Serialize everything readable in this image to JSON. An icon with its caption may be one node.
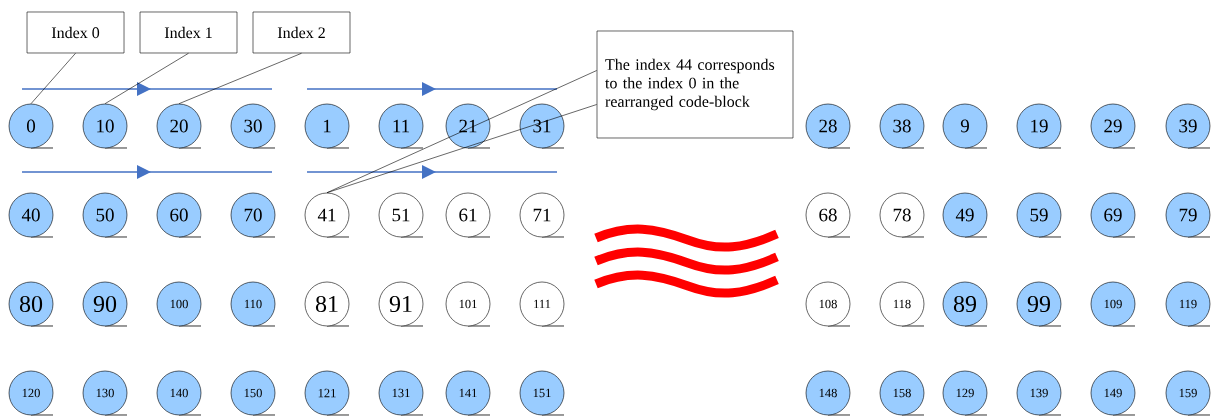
{
  "diagram": {
    "nodes": [
      {
        "text": [
          "Index 0"
        ]
      },
      {
        "text": [
          "Index 1"
        ]
      },
      {
        "text": [
          "Index 2"
        ]
      },
      {
        "text": [
          "The index 44 corresponds to the index 0 in the rearranged code-block"
        ]
      },
      {
        "text": [
          "0"
        ]
      },
      {
        "text": [
          "10"
        ]
      },
      {
        "text": [
          "20"
        ]
      },
      {
        "text": [
          "30"
        ]
      },
      {
        "text": [
          "1"
        ]
      },
      {
        "text": [
          "11"
        ]
      },
      {
        "text": [
          "21"
        ]
      },
      {
        "text": [
          "31"
        ]
      },
      {
        "text": [
          "28"
        ]
      },
      {
        "text": [
          "38"
        ]
      },
      {
        "text": [
          "9"
        ]
      },
      {
        "text": [
          "19"
        ]
      },
      {
        "text": [
          "29"
        ]
      },
      {
        "text": [
          "39"
        ]
      },
      {
        "text": [
          "40"
        ]
      },
      {
        "text": [
          "50"
        ]
      },
      {
        "text": [
          "60"
        ]
      },
      {
        "text": [
          "70"
        ]
      },
      {
        "text": [
          "41"
        ]
      },
      {
        "text": [
          "51"
        ]
      },
      {
        "text": [
          "61"
        ]
      },
      {
        "text": [
          "71"
        ]
      },
      {
        "text": [
          "68"
        ]
      },
      {
        "text": [
          "78"
        ]
      },
      {
        "text": [
          "49"
        ]
      },
      {
        "text": [
          "59"
        ]
      },
      {
        "text": [
          "69"
        ]
      },
      {
        "text": [
          "79"
        ]
      },
      {
        "text": [
          "80"
        ]
      },
      {
        "text": [
          "90"
        ]
      },
      {
        "text": [
          "100"
        ]
      },
      {
        "text": [
          "110"
        ]
      },
      {
        "text": [
          "81"
        ]
      },
      {
        "text": [
          "91"
        ]
      },
      {
        "text": [
          "101"
        ]
      },
      {
        "text": [
          "111"
        ]
      },
      {
        "text": [
          "108"
        ]
      },
      {
        "text": [
          "118"
        ]
      },
      {
        "text": [
          "89"
        ]
      },
      {
        "text": [
          "99"
        ]
      },
      {
        "text": [
          "109"
        ]
      },
      {
        "text": [
          "119"
        ]
      },
      {
        "text": [
          "120"
        ]
      },
      {
        "text": [
          "130"
        ]
      },
      {
        "text": [
          "140"
        ]
      },
      {
        "text": [
          "150"
        ]
      },
      {
        "text": [
          "121"
        ]
      },
      {
        "text": [
          "131"
        ]
      },
      {
        "text": [
          "141"
        ]
      },
      {
        "text": [
          "151"
        ]
      },
      {
        "text": [
          "148"
        ]
      },
      {
        "text": [
          "158"
        ]
      },
      {
        "text": [
          "129"
        ]
      },
      {
        "text": [
          "139"
        ]
      },
      {
        "text": [
          "149"
        ]
      },
      {
        "text": [
          "159"
        ]
      }
    ],
    "edges": [
      {
        "from": 0,
        "to": 4,
        "arrow": "none"
      },
      {
        "from": 1,
        "to": 5,
        "arrow": "none"
      },
      {
        "from": 2,
        "to": 6,
        "arrow": "none"
      },
      {
        "from": 3,
        "to": 22,
        "arrow": "none"
      },
      {
        "from": 3,
        "to": 22,
        "arrow": "none"
      }
    ]
  }
}
